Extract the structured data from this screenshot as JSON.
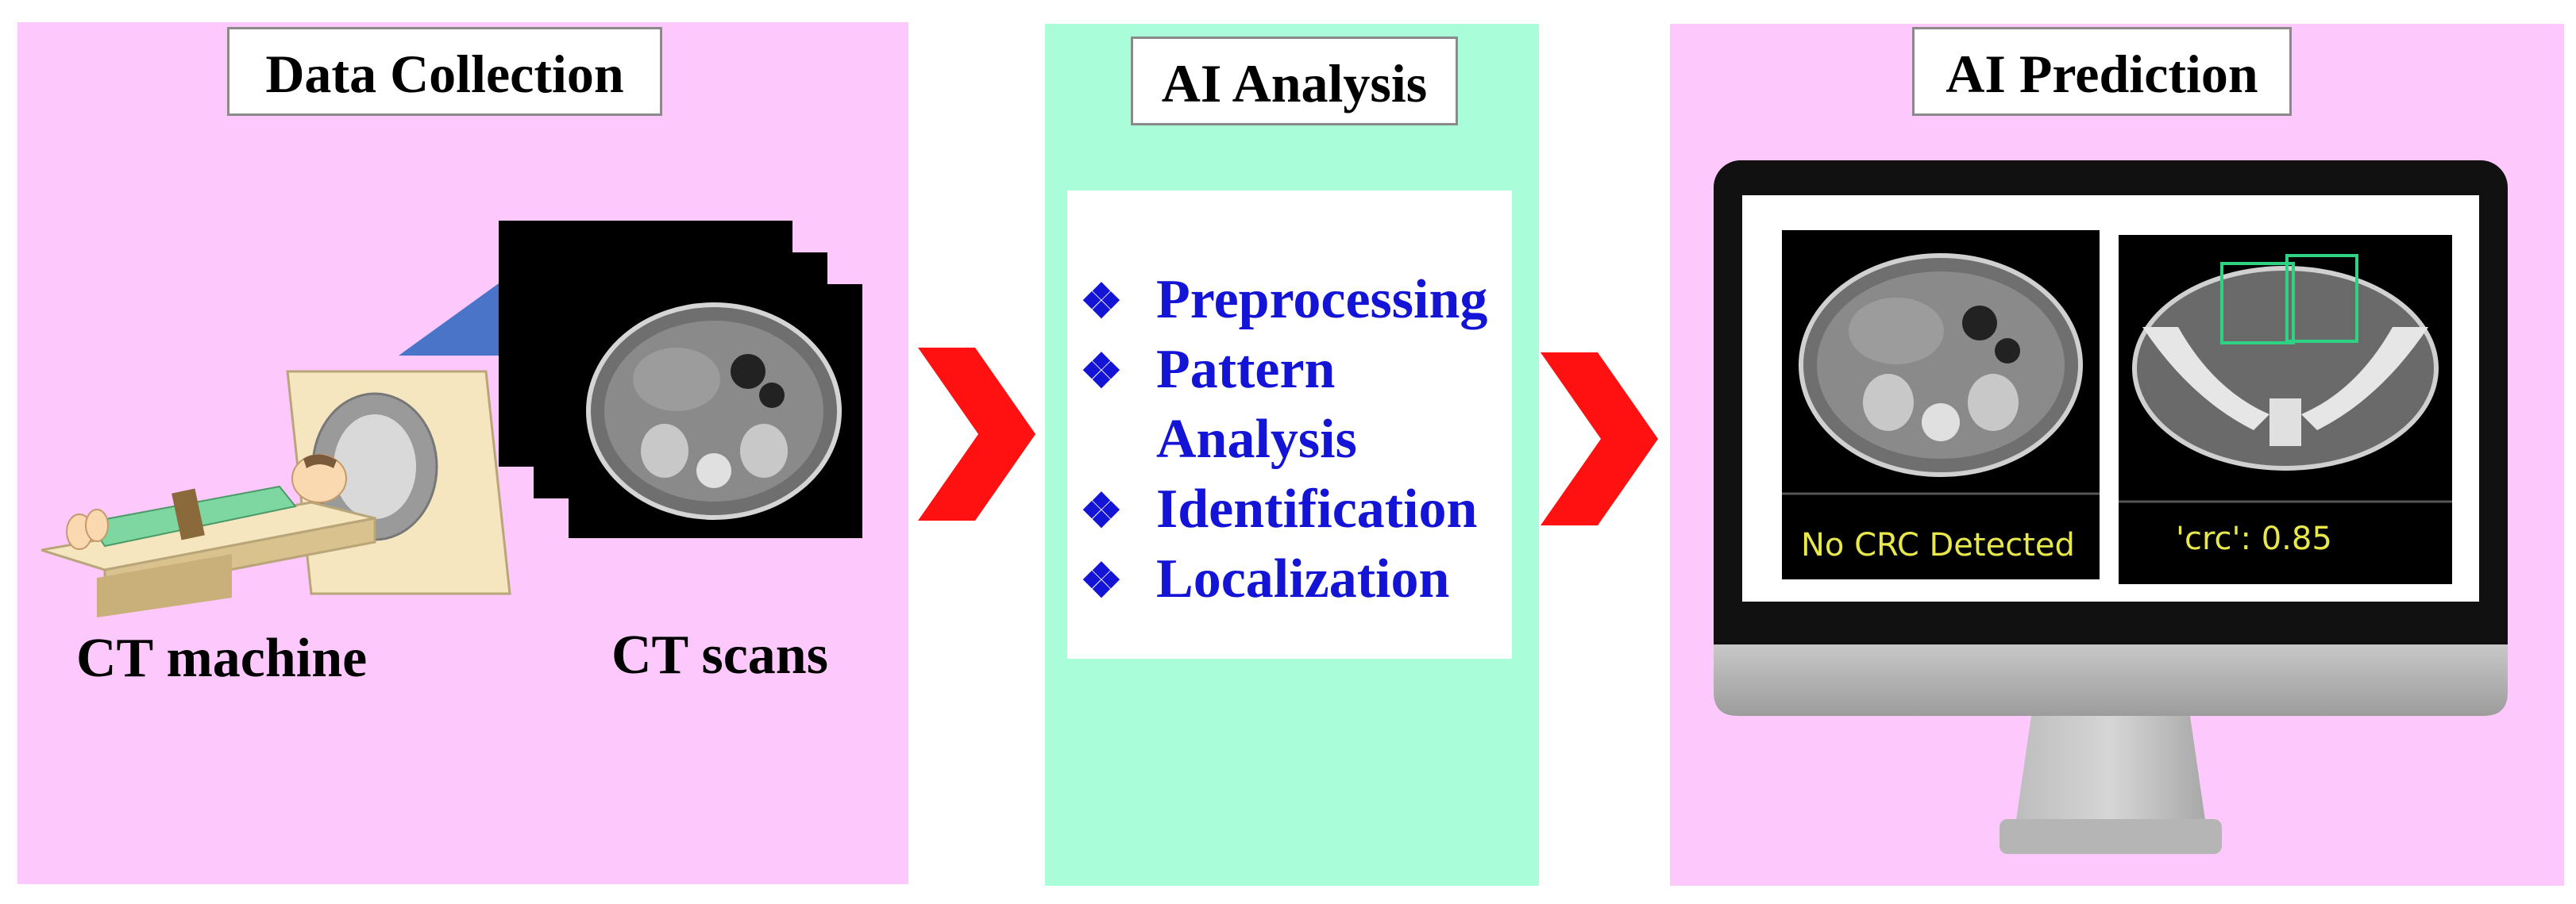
{
  "panels": {
    "collection": {
      "title": "Data Collection",
      "machine_label": "CT machine",
      "scans_label": "CT scans"
    },
    "analysis": {
      "title": "AI Analysis",
      "steps": [
        "Preprocessing",
        "Pattern",
        "Analysis",
        "Identification",
        "Localization"
      ]
    },
    "prediction": {
      "title": "AI Prediction",
      "left_scan_text": "No CRC Detected",
      "right_scan_text": "'crc': 0.85"
    }
  },
  "colors": {
    "panel_pink": "#fdc9fc",
    "panel_green": "#a9fdd8",
    "arrow_red": "#ff1111",
    "bullet_blue": "#1414d6"
  }
}
